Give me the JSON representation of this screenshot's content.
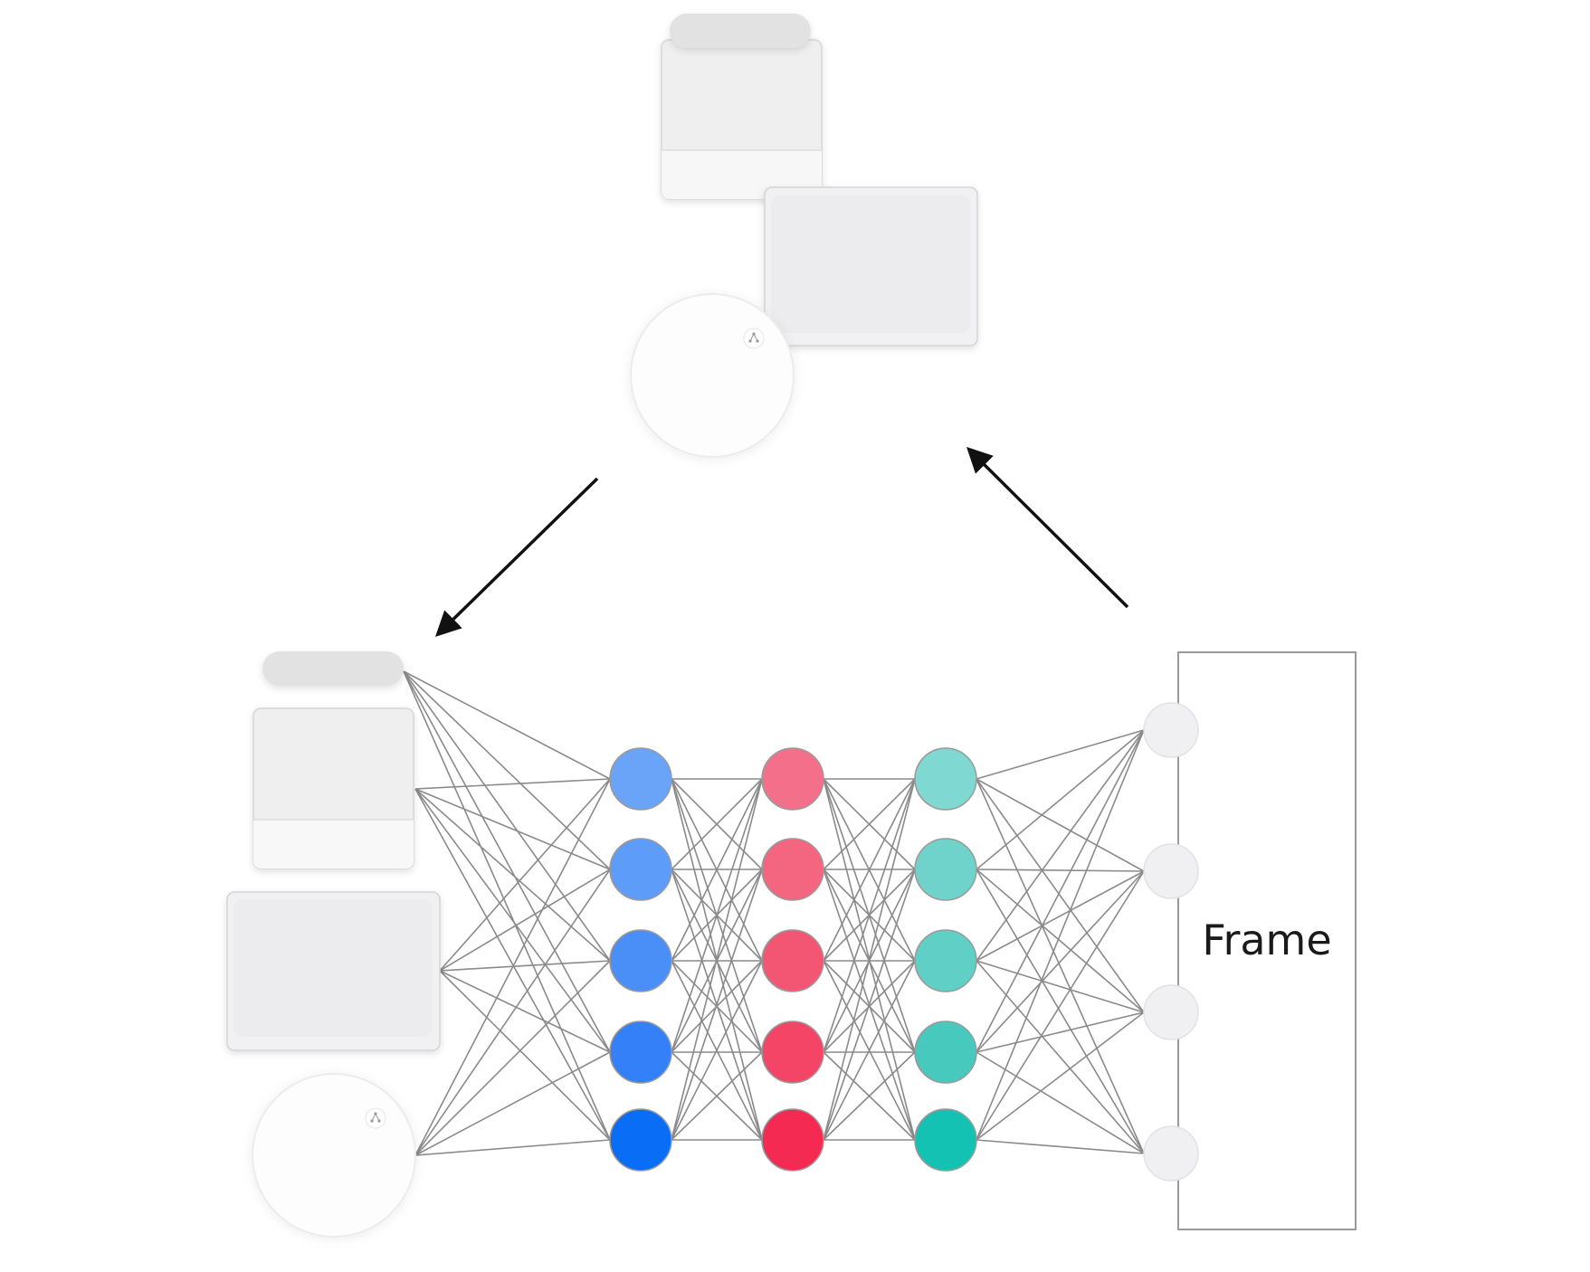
{
  "frame": {
    "label": "Frame"
  },
  "colors": {
    "background": "#ffffff",
    "edge": "#8a8a8a",
    "arrow": "#111111",
    "layer_blue": [
      "#6aa4f8",
      "#5d9cf9",
      "#4a8ef7",
      "#3380f8",
      "#0a6df5"
    ],
    "layer_red": [
      "#f4708a",
      "#f4667f",
      "#f35672",
      "#f44566",
      "#f52a52"
    ],
    "layer_teal": [
      "#7fd8d1",
      "#70d3cb",
      "#60cfc5",
      "#47c9bd",
      "#14c2b3"
    ],
    "output_node": "#f0f0f3",
    "ui_tile": "#efefef",
    "ui_tile_border": "#dcdcdc"
  },
  "network": {
    "layers": [
      {
        "name": "input-ui-elements",
        "nodes": 4
      },
      {
        "name": "hidden-blue",
        "nodes": 5
      },
      {
        "name": "hidden-red",
        "nodes": 5
      },
      {
        "name": "hidden-teal",
        "nodes": 5
      },
      {
        "name": "output-gray",
        "nodes": 4
      }
    ]
  }
}
